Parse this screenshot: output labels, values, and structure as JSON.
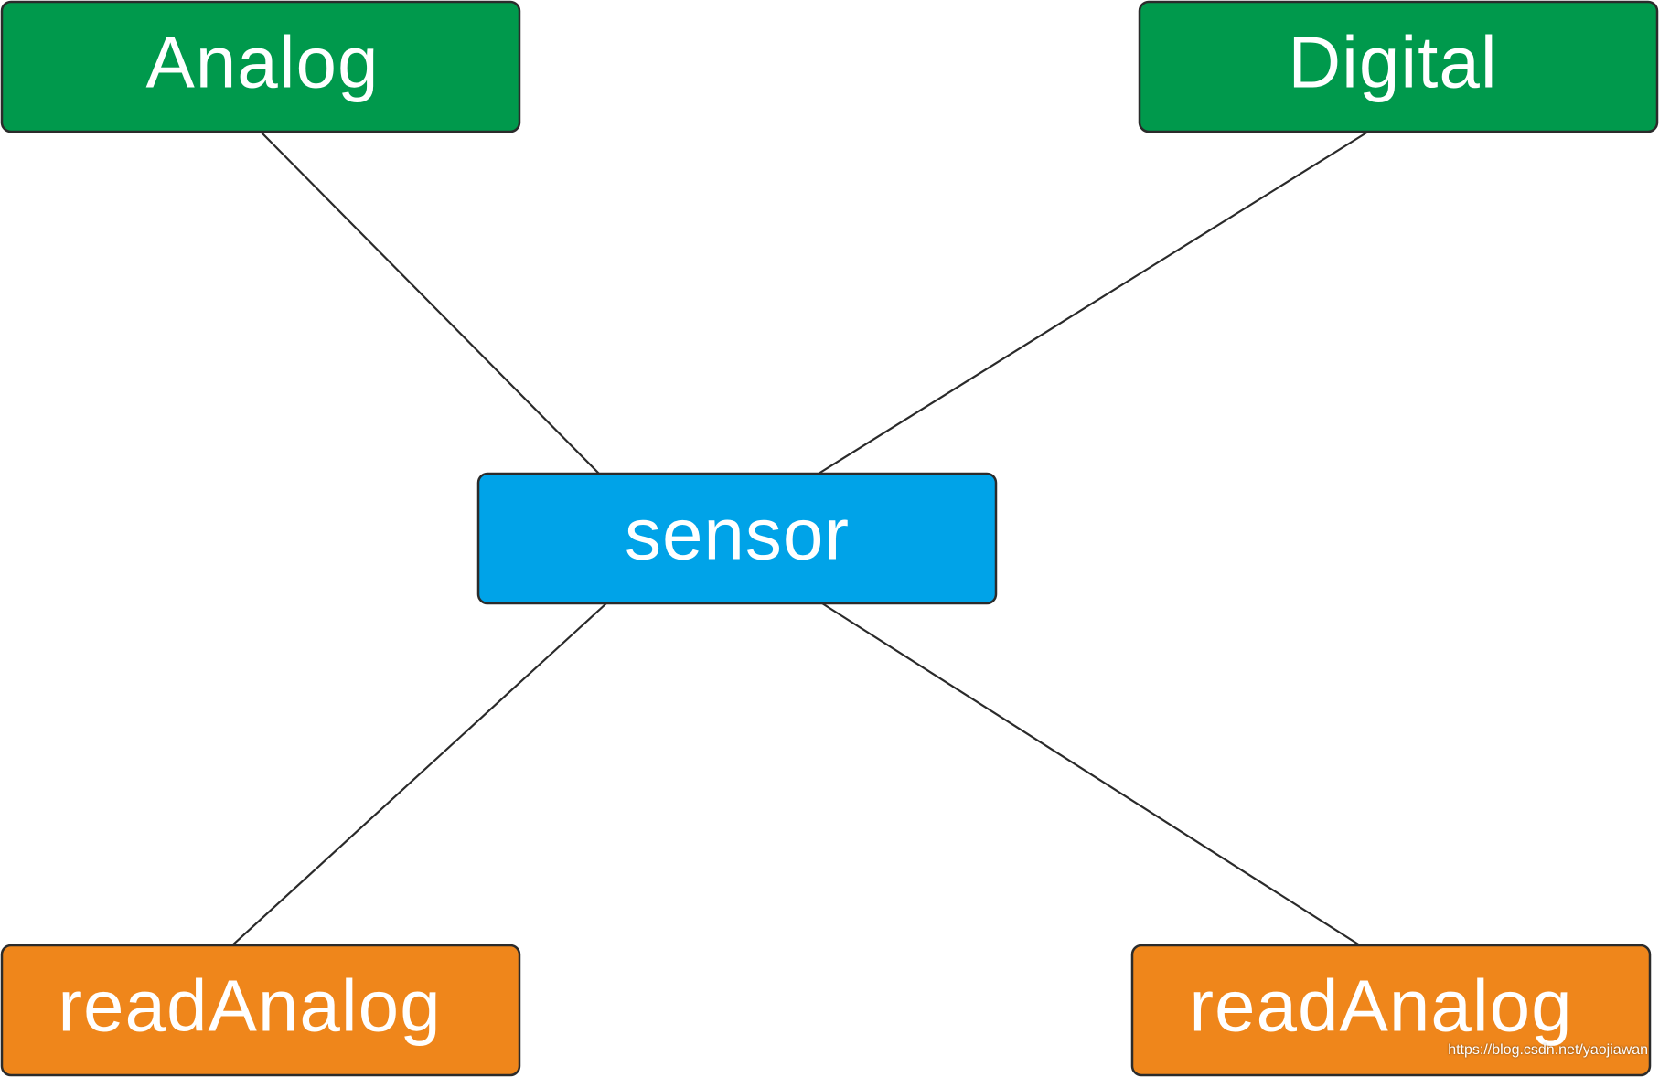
{
  "diagram": {
    "nodes": [
      {
        "id": "analog",
        "label": "Analog",
        "color": "#00994c"
      },
      {
        "id": "digital",
        "label": "Digital",
        "color": "#00994c"
      },
      {
        "id": "sensor",
        "label": "sensor",
        "color": "#00a3e8"
      },
      {
        "id": "read-analog-left",
        "label": "readAnalog",
        "color": "#ef861b"
      },
      {
        "id": "read-analog-right",
        "label": "readAnalog",
        "color": "#ef861b"
      }
    ],
    "edges": [
      {
        "from": "analog",
        "to": "sensor"
      },
      {
        "from": "digital",
        "to": "sensor"
      },
      {
        "from": "sensor",
        "to": "read-analog-left"
      },
      {
        "from": "sensor",
        "to": "read-analog-right"
      }
    ]
  },
  "watermark": "https://blog.csdn.net/yaojiawan"
}
